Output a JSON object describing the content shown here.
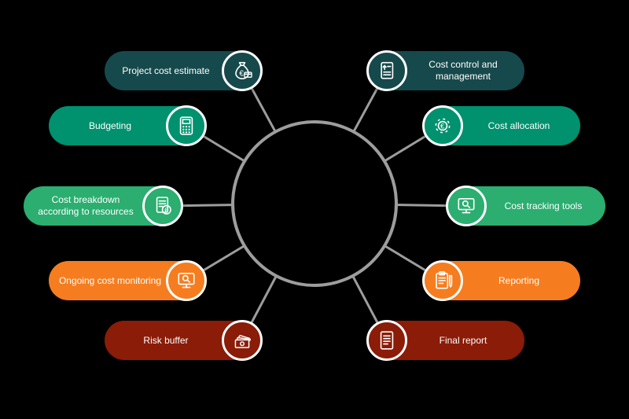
{
  "diagram": {
    "type": "radial-process-diagram",
    "background_color": "#000000",
    "center_circle": {
      "stroke_color": "#9d9d9d"
    },
    "connector_color": "#9d9d9d",
    "items": [
      {
        "side": "left",
        "row": 0,
        "label": "Project cost estimate",
        "color": "#16494b",
        "icon": "money-bag-euro-icon"
      },
      {
        "side": "left",
        "row": 1,
        "label": "Budgeting",
        "color": "#00916e",
        "icon": "calculator-icon"
      },
      {
        "side": "left",
        "row": 2,
        "label": "Cost breakdown according to resources",
        "color": "#2bae70",
        "icon": "document-euro-icon"
      },
      {
        "side": "left",
        "row": 3,
        "label": "Ongoing cost monitoring",
        "color": "#f57d1f",
        "icon": "monitor-search-icon"
      },
      {
        "side": "left",
        "row": 4,
        "label": "Risk buffer",
        "color": "#8a1c08",
        "icon": "banknotes-icon"
      },
      {
        "side": "right",
        "row": 0,
        "label": "Cost control and management",
        "color": "#16494b",
        "icon": "document-arrow-icon"
      },
      {
        "side": "right",
        "row": 1,
        "label": "Cost allocation",
        "color": "#00916e",
        "icon": "gear-euro-icon"
      },
      {
        "side": "right",
        "row": 2,
        "label": "Cost tracking tools",
        "color": "#2bae70",
        "icon": "monitor-search-icon"
      },
      {
        "side": "right",
        "row": 3,
        "label": "Reporting",
        "color": "#f57d1f",
        "icon": "clipboard-pencil-icon"
      },
      {
        "side": "right",
        "row": 4,
        "label": "Final report",
        "color": "#8a1c08",
        "icon": "report-document-icon"
      }
    ]
  }
}
